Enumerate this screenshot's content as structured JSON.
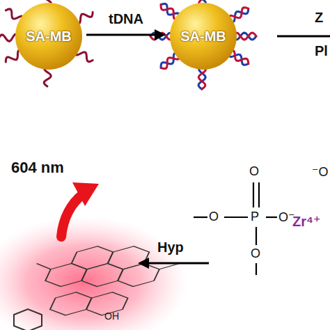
{
  "diagram": {
    "nodes": [
      {
        "text": [
          "SA-MB"
        ]
      },
      {
        "text": [
          "SA-MB"
        ]
      }
    ],
    "edges": [
      {
        "from": 0,
        "to": 1,
        "arrow": "to",
        "label": "tDNA"
      }
    ],
    "labels": [
      "Z",
      "Pl",
      "604 nm",
      "Hyp",
      "O",
      "O",
      "P",
      "O⁻",
      "O",
      "Zr⁴⁺",
      "⁻O",
      "OH"
    ]
  }
}
